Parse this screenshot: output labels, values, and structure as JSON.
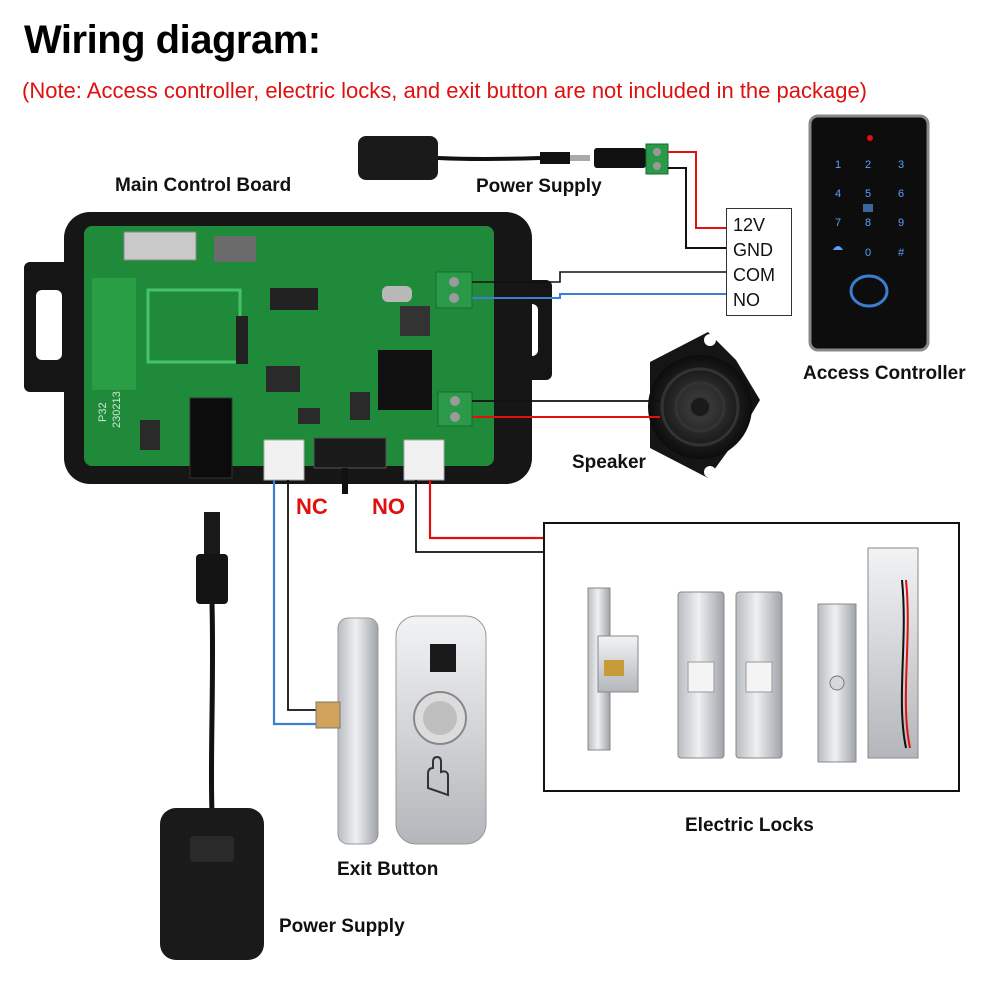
{
  "header": {
    "title": "Wiring diagram:",
    "note": "(Note: Access controller, electric locks, and exit button are not included in the package)"
  },
  "labels": {
    "main_board": "Main Control Board",
    "power_supply_top": "Power Supply",
    "access_controller": "Access Controller",
    "speaker": "Speaker",
    "electric_locks": "Electric Locks",
    "exit_button": "Exit Button",
    "power_supply_bottom": "Power Supply",
    "nc": "NC",
    "no": "NO"
  },
  "terminals": [
    "12V",
    "GND",
    "COM",
    "NO"
  ],
  "board_print": [
    "P32",
    "230213"
  ],
  "keypad_keys": [
    "1",
    "2",
    "3",
    "4",
    "5",
    "6",
    "7",
    "8",
    "9",
    "",
    "0",
    "#"
  ],
  "colors": {
    "accent_red": "#e0100f",
    "wire_blue": "#3b7fd1",
    "board_green": "#1f8a3a",
    "black": "#111111"
  }
}
